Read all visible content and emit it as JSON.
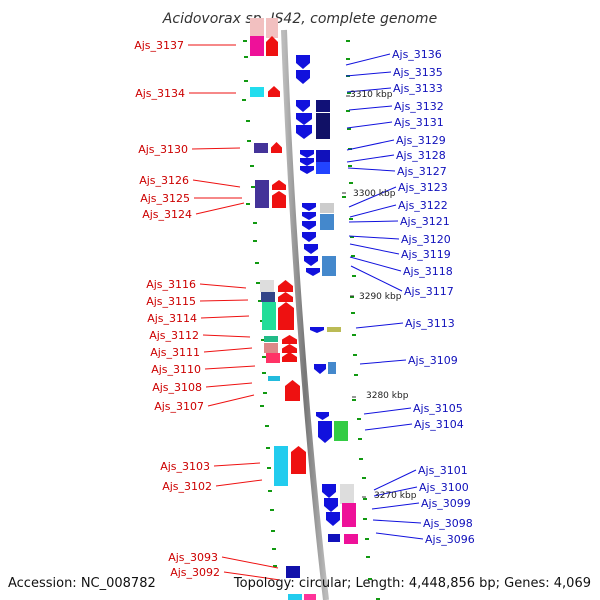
{
  "title": "Acidovorax sp. JS42, complete genome",
  "accession": "Accession: NC_008782",
  "topology": "Topology: circular; Length: 4,448,856 bp; Genes: 4,069",
  "colors": {
    "forward": "#ee1111",
    "reverse": "#1111dd",
    "backbone": "#888888",
    "marker": "#119911"
  },
  "kbp_markers": [
    "3310 kbp",
    "3300 kbp",
    "3290 kbp",
    "3280 kbp",
    "3270 kbp"
  ],
  "left_labels": [
    "Ajs_3137",
    "Ajs_3134",
    "Ajs_3130",
    "Ajs_3126",
    "Ajs_3125",
    "Ajs_3124",
    "Ajs_3116",
    "Ajs_3115",
    "Ajs_3114",
    "Ajs_3112",
    "Ajs_3111",
    "Ajs_3110",
    "Ajs_3108",
    "Ajs_3107",
    "Ajs_3103",
    "Ajs_3102",
    "Ajs_3093",
    "Ajs_3092"
  ],
  "right_labels": [
    "Ajs_3136",
    "Ajs_3135",
    "Ajs_3133",
    "Ajs_3132",
    "Ajs_3131",
    "Ajs_3129",
    "Ajs_3128",
    "Ajs_3127",
    "Ajs_3123",
    "Ajs_3122",
    "Ajs_3121",
    "Ajs_3120",
    "Ajs_3119",
    "Ajs_3118",
    "Ajs_3117",
    "Ajs_3113",
    "Ajs_3109",
    "Ajs_3105",
    "Ajs_3104",
    "Ajs_3101",
    "Ajs_3100",
    "Ajs_3099",
    "Ajs_3098",
    "Ajs_3096"
  ]
}
